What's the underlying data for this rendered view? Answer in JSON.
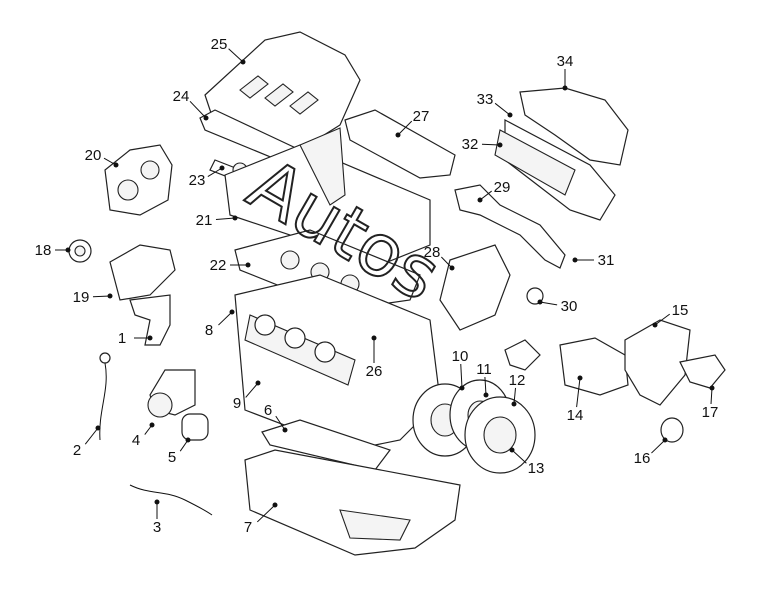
{
  "watermark": "Autos",
  "callouts": [
    {
      "id": "1",
      "label": "1"
    },
    {
      "id": "2",
      "label": "2"
    },
    {
      "id": "3",
      "label": "3"
    },
    {
      "id": "4",
      "label": "4"
    },
    {
      "id": "5",
      "label": "5"
    },
    {
      "id": "6",
      "label": "6"
    },
    {
      "id": "7",
      "label": "7"
    },
    {
      "id": "8",
      "label": "8"
    },
    {
      "id": "9",
      "label": "9"
    },
    {
      "id": "10",
      "label": "10"
    },
    {
      "id": "11",
      "label": "11"
    },
    {
      "id": "12",
      "label": "12"
    },
    {
      "id": "13",
      "label": "13"
    },
    {
      "id": "14",
      "label": "14"
    },
    {
      "id": "15",
      "label": "15"
    },
    {
      "id": "16",
      "label": "16"
    },
    {
      "id": "17",
      "label": "17"
    },
    {
      "id": "18",
      "label": "18"
    },
    {
      "id": "19",
      "label": "19"
    },
    {
      "id": "20",
      "label": "20"
    },
    {
      "id": "21",
      "label": "21"
    },
    {
      "id": "22",
      "label": "22"
    },
    {
      "id": "23",
      "label": "23"
    },
    {
      "id": "24",
      "label": "24"
    },
    {
      "id": "25",
      "label": "25"
    },
    {
      "id": "26",
      "label": "26"
    },
    {
      "id": "27",
      "label": "27"
    },
    {
      "id": "28",
      "label": "28"
    },
    {
      "id": "29",
      "label": "29"
    },
    {
      "id": "30",
      "label": "30"
    },
    {
      "id": "31",
      "label": "31"
    },
    {
      "id": "32",
      "label": "32"
    },
    {
      "id": "33",
      "label": "33"
    },
    {
      "id": "34",
      "label": "34"
    }
  ]
}
